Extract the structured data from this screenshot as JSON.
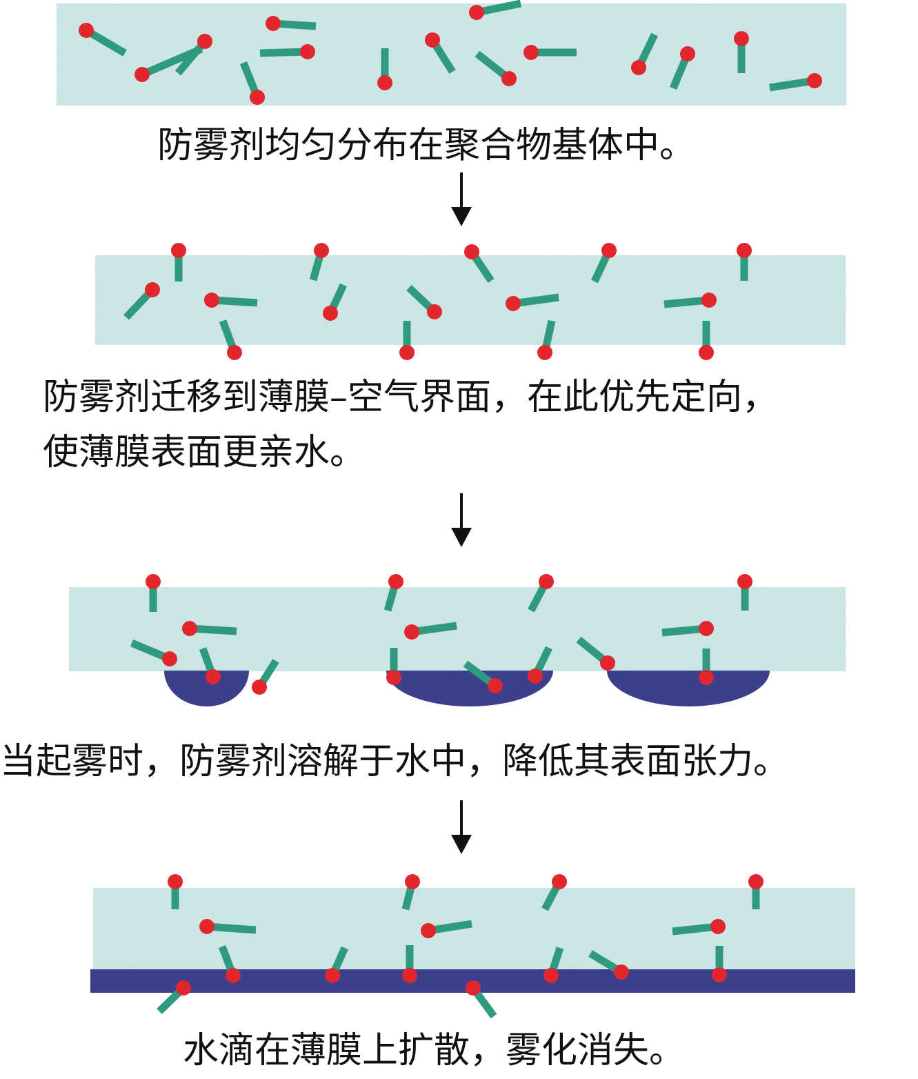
{
  "colors": {
    "film": "#c6e2e2",
    "water": "#3c3f8c",
    "head": "#e2262e",
    "tail": "#2f9a80"
  },
  "captions": [
    "防雾剂均匀分布在聚合物基体中。",
    "防雾剂迁移到薄膜–空气界面，在此优先定向，",
    "使薄膜表面更亲水。",
    "当起雾时，防雾剂溶解于水中，降低其表面张力。",
    "水滴在薄膜上扩散，雾化消失。"
  ],
  "icons": {
    "arrow": "down-arrow-icon",
    "molecule": "surfactant-molecule-icon",
    "droplet": "water-droplet-icon"
  }
}
